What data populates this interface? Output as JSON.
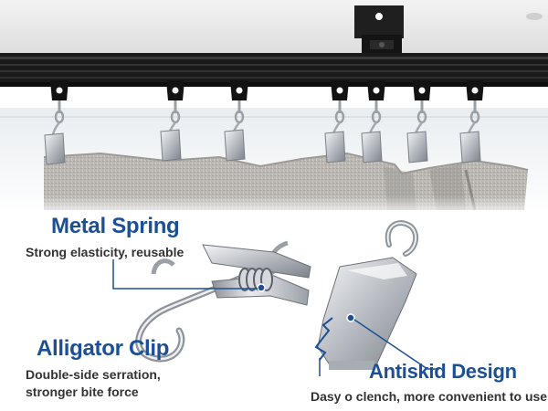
{
  "callouts": {
    "metal_spring": {
      "title": "Metal Spring",
      "description": "Strong elasticity, reusable"
    },
    "alligator_clip": {
      "title": "Alligator Clip",
      "description_line1": "Double-side serration,",
      "description_line2": "stronger bite force"
    },
    "antiskid_design": {
      "title": "Antiskid Design",
      "description": "Dasy o clench, more convenient to use"
    }
  },
  "colors": {
    "accent": "#1c4f96",
    "rail": "#1a1a1a",
    "curtain": "#b9b6b2",
    "metal": "#c9ccd1",
    "text": "#333333"
  }
}
